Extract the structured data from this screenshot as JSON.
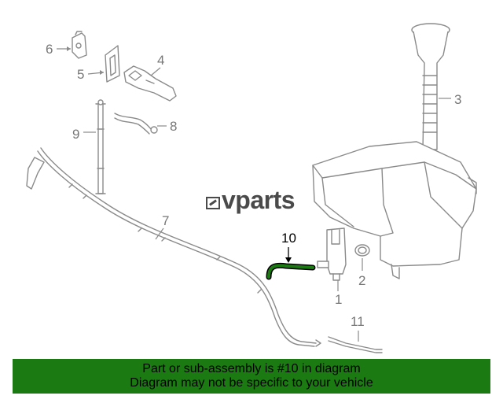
{
  "logo": {
    "text": "vparts"
  },
  "callouts": {
    "c1": "1",
    "c2": "2",
    "c3": "3",
    "c4": "4",
    "c5": "5",
    "c6": "6",
    "c7": "7",
    "c8": "8",
    "c9": "9",
    "c10": "10",
    "c11": "11"
  },
  "highlight": {
    "part_number": "10",
    "color": "#1c7a12"
  },
  "banner": {
    "line1": "Part or sub-assembly is #10 in diagram",
    "line2": "Diagram may not be specific to your vehicle",
    "color": "#1c7a12"
  }
}
